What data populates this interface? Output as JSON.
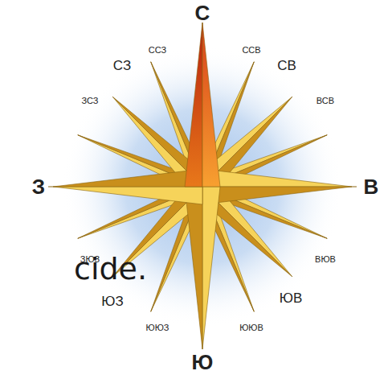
{
  "diagram": {
    "labels": [
      "С",
      "ССЗ",
      "ССВ",
      "СЗ",
      "СВ",
      "ЗСЗ",
      "ВСВ",
      "З",
      "В",
      "ЗЮЗ",
      "ВЮВ",
      "cide.",
      "ЮЗ",
      "ЮВ",
      "ЮЮЗ",
      "ЮЮВ",
      "Ю"
    ]
  }
}
